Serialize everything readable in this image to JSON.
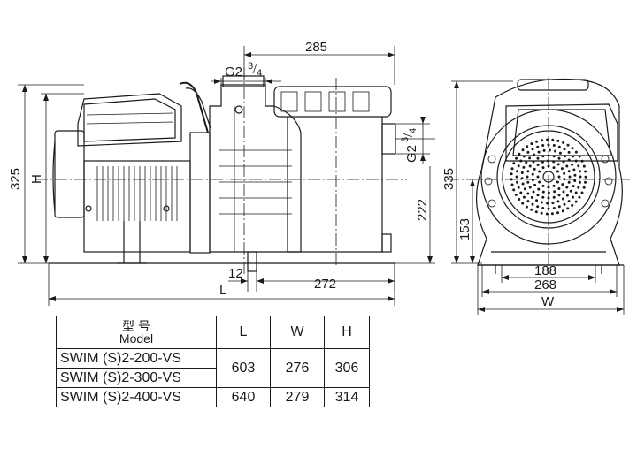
{
  "dimensions": {
    "top_width": "285",
    "inlet_thread": "G2",
    "thread_frac_num": "3",
    "thread_frac_den": "4",
    "side_thread": "G2",
    "height_total": "325",
    "height_label": "H",
    "inlet_height": "222",
    "foot_offset": "12",
    "base_length": "272",
    "length_label": "L",
    "end_height": "335",
    "axis_height": "153",
    "foot_span_inner": "188",
    "foot_span_outer": "268",
    "width_label": "W"
  },
  "table": {
    "header": {
      "model_cn": "型 号",
      "model_en": "Model",
      "col_l": "L",
      "col_w": "W",
      "col_h": "H"
    },
    "rows": [
      {
        "model": "SWIM (S)2-200-VS"
      },
      {
        "model": "SWIM (S)2-300-VS"
      },
      {
        "model": "SWIM (S)2-400-VS",
        "l": "640",
        "w": "279",
        "h": "314"
      }
    ],
    "merged": {
      "l": "603",
      "w": "276",
      "h": "306"
    }
  }
}
